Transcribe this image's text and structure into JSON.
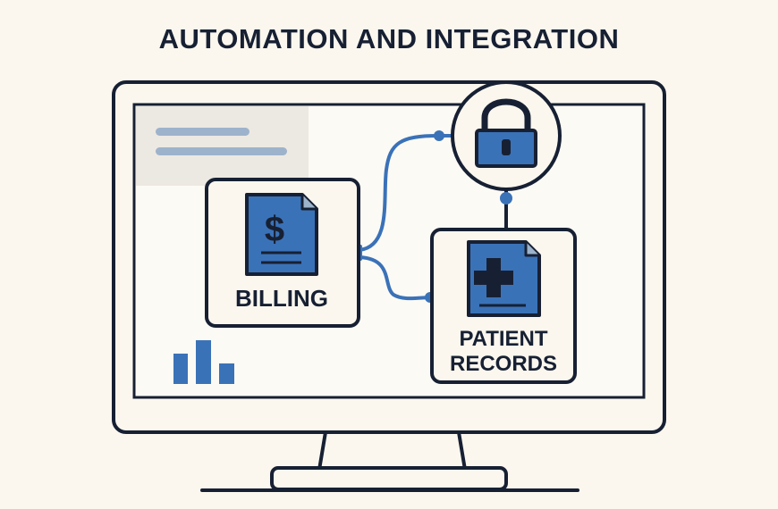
{
  "title": "AUTOMATION AND INTEGRATION",
  "nodes": {
    "billing": {
      "label": "BILLING",
      "icon": "dollar-document-icon"
    },
    "patient_records": {
      "label_line1": "PATIENT",
      "label_line2": "RECORDS",
      "icon": "medical-document-icon"
    },
    "security": {
      "icon": "padlock-icon"
    }
  },
  "decorations": {
    "chart_icon": "bar-chart-icon",
    "sidebar_icon": "text-lines-icon"
  },
  "colors": {
    "background": "#fbf7ee",
    "outline": "#172033",
    "accent_blue": "#3a72b8",
    "dark_blue": "#1f4f92",
    "light_blue_gray": "#9db3cc"
  }
}
